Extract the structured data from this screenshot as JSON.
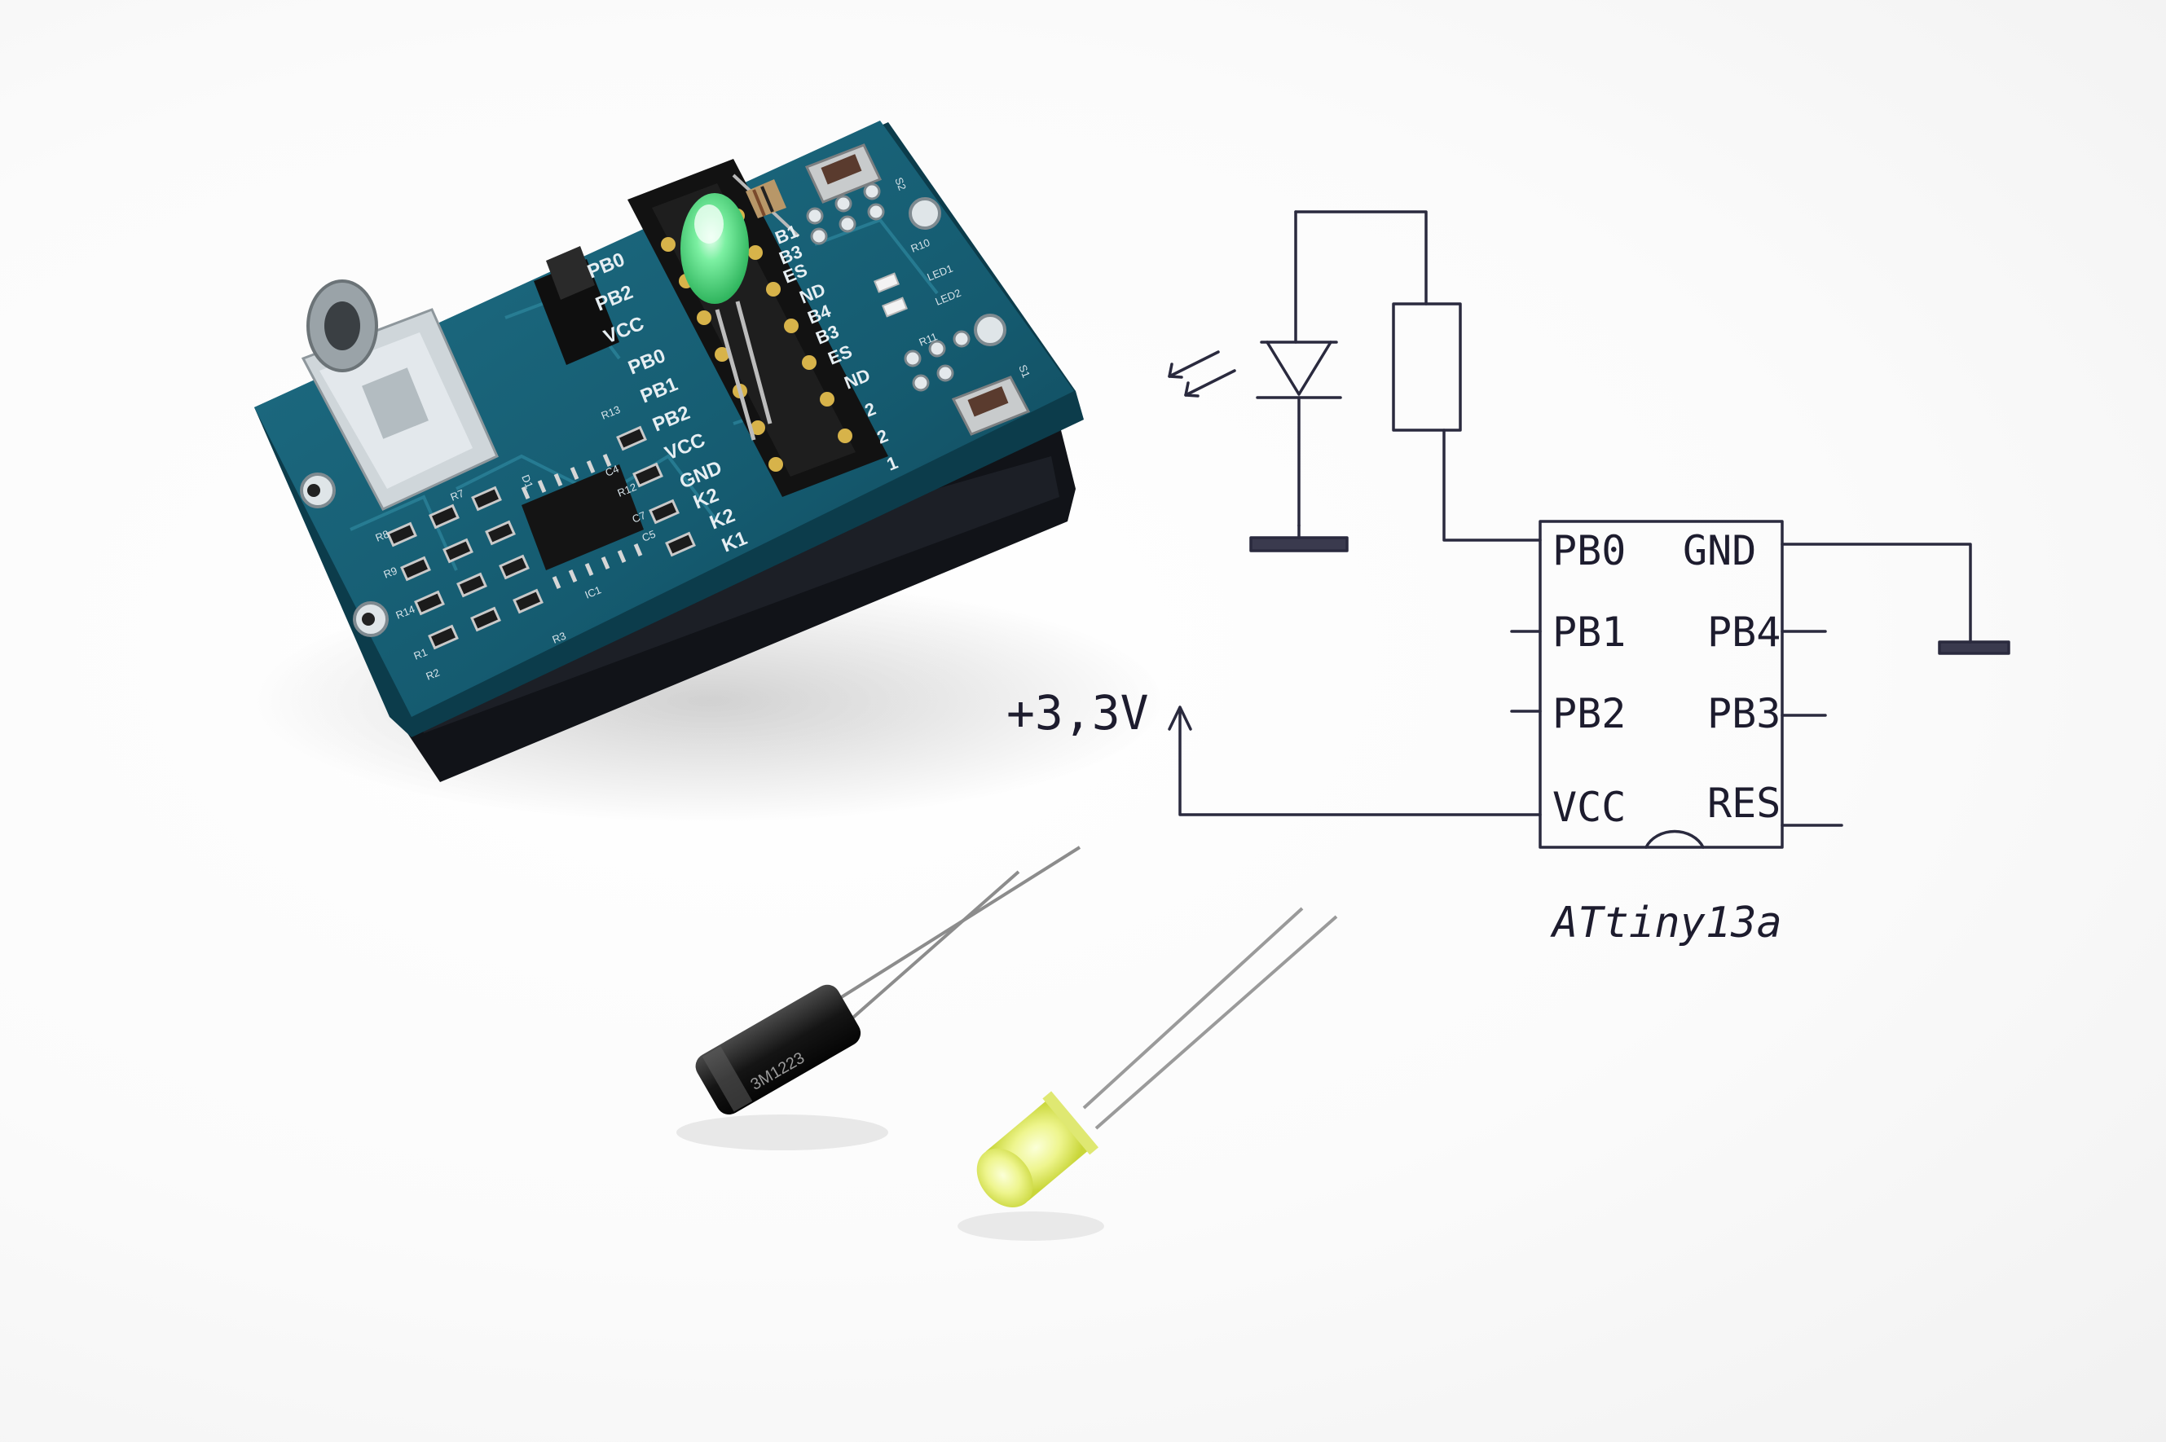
{
  "schematic": {
    "ic_name": "ATtiny13a",
    "pins_left": [
      "PB0",
      "PB1",
      "PB2",
      "VCC"
    ],
    "pins_right": [
      "GND",
      "PB4",
      "PB3",
      "RES"
    ],
    "supply_label": "+3,3V"
  },
  "board": {
    "header_labels": [
      "PB0",
      "PB2",
      "VCC",
      "PB0",
      "PB1",
      "PB2",
      "VCC",
      "GND",
      "K2",
      "K2",
      "K1"
    ],
    "right_header_labels": [
      "B1",
      "B3",
      "ES",
      "ND",
      "B4",
      "B3",
      "ES",
      "ND",
      "2",
      "2",
      "1"
    ],
    "component_refs": [
      "S2",
      "S1",
      "R10",
      "LED1",
      "LED2",
      "R11",
      "R13",
      "C4",
      "R12",
      "C7",
      "C5",
      "R7",
      "R8",
      "R9",
      "R14",
      "R1",
      "R2",
      "R3",
      "IC1",
      "D1"
    ]
  },
  "capacitor_label": "3M1223"
}
